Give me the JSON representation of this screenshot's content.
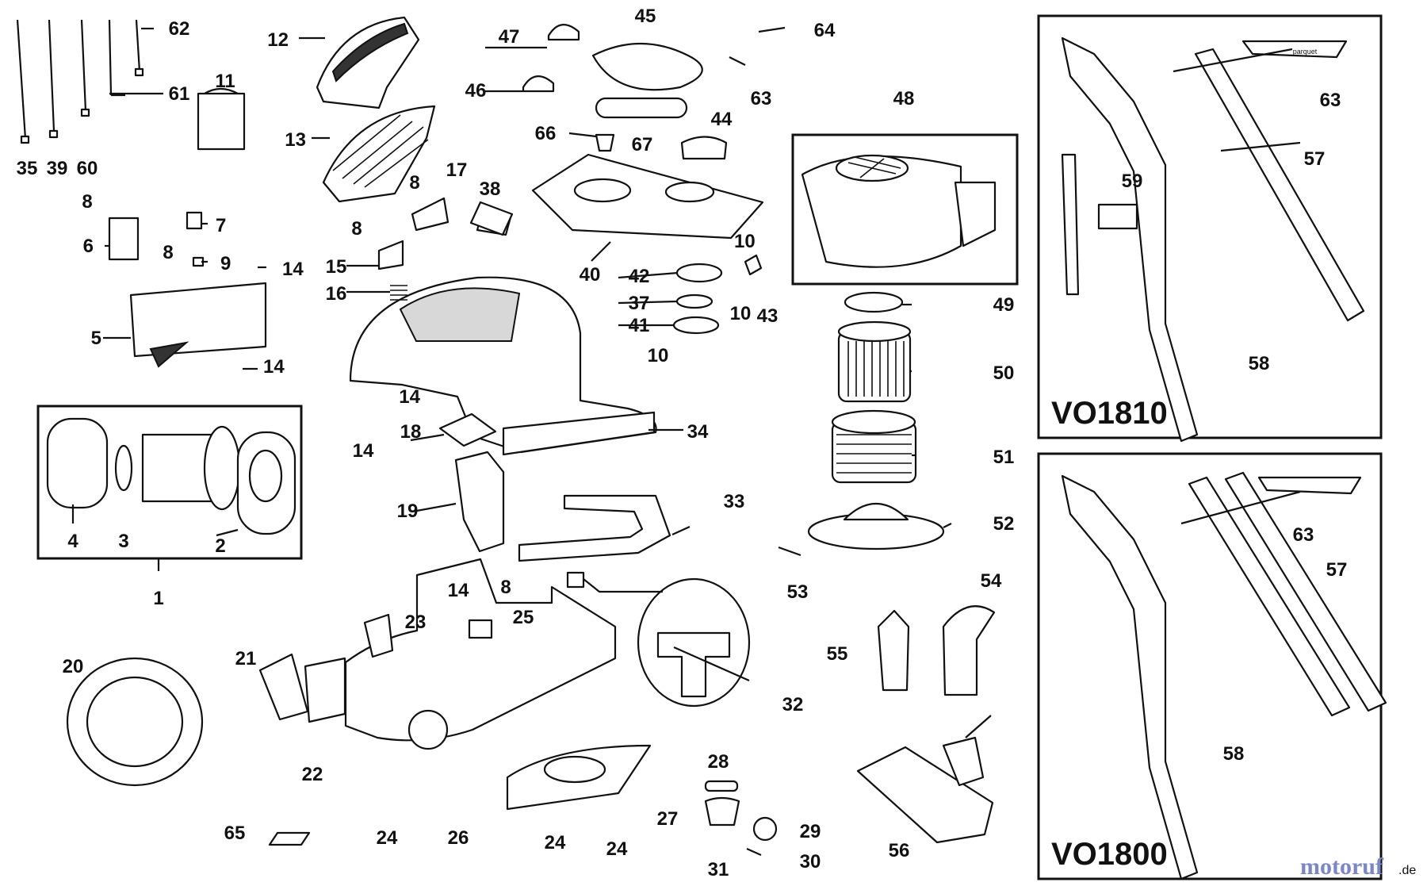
{
  "models": [
    "VO1810",
    "VO1800"
  ],
  "strip_label": "parquet",
  "watermark": {
    "text": "motoruf",
    "suffix": ".de",
    "color_primary": "#7a86c8",
    "color_accent": "#d64a3a"
  },
  "callouts": {
    "c1": "1",
    "c2": "2",
    "c3": "3",
    "c4": "4",
    "c5": "5",
    "c6": "6",
    "c7": "7",
    "c8a": "8",
    "c8b": "8",
    "c8c": "8",
    "c8d": "8",
    "c8e": "8",
    "c9": "9",
    "c10a": "10",
    "c10b": "10",
    "c10c": "10",
    "c11": "11",
    "c12": "12",
    "c13": "13",
    "c14a": "14",
    "c14b": "14",
    "c14c": "14",
    "c14d": "14",
    "c14e": "14",
    "c15": "15",
    "c16": "16",
    "c17": "17",
    "c18": "18",
    "c19": "19",
    "c20": "20",
    "c21": "21",
    "c22": "22",
    "c23": "23",
    "c24a": "24",
    "c24b": "24",
    "c24c": "24",
    "c25": "25",
    "c26": "26",
    "c27": "27",
    "c28": "28",
    "c29": "29",
    "c30": "30",
    "c31": "31",
    "c32": "32",
    "c33": "33",
    "c34": "34",
    "c35": "35",
    "c37": "37",
    "c38": "38",
    "c39": "39",
    "c40": "40",
    "c41": "41",
    "c42": "42",
    "c43": "43",
    "c44": "44",
    "c45": "45",
    "c46": "46",
    "c47": "47",
    "c48": "48",
    "c49": "49",
    "c50": "50",
    "c51": "51",
    "c52": "52",
    "c53": "53",
    "c54": "54",
    "c55": "55",
    "c56": "56",
    "c57a": "57",
    "c57b": "57",
    "c58a": "58",
    "c58b": "58",
    "c59": "59",
    "c60": "60",
    "c61": "61",
    "c62": "62",
    "c63a": "63",
    "c63b": "63",
    "c63c": "63",
    "c64": "64",
    "c65": "65",
    "c66": "66",
    "c67": "67"
  }
}
